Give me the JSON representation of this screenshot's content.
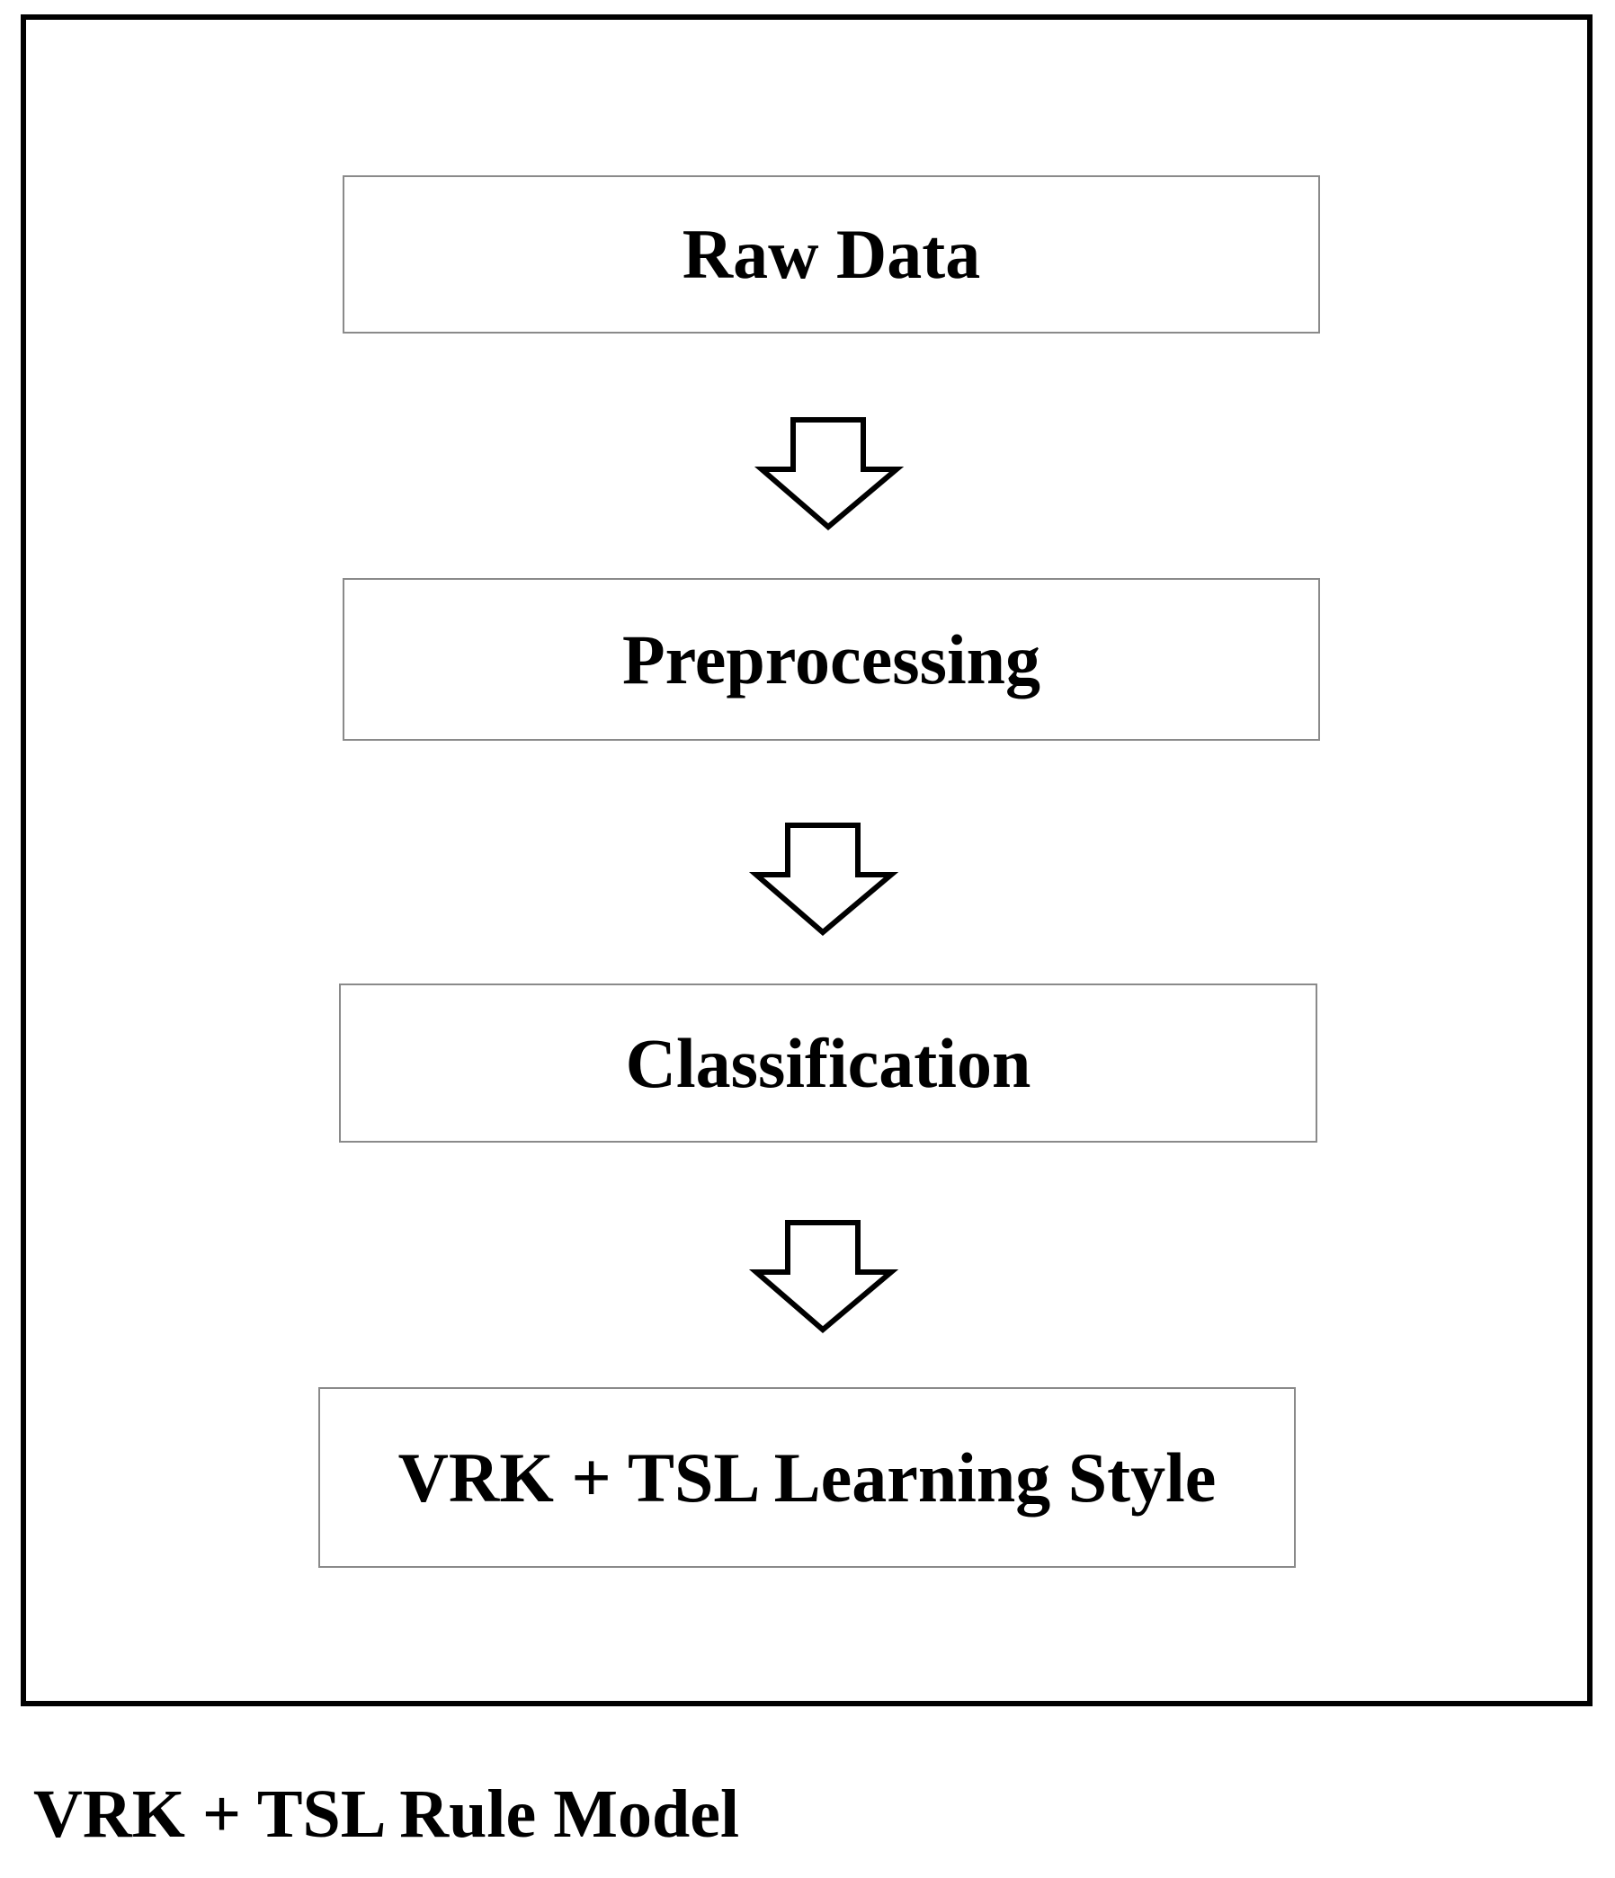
{
  "diagram": {
    "steps": [
      {
        "label": "Raw Data"
      },
      {
        "label": "Preprocessing"
      },
      {
        "label": "Classification"
      },
      {
        "label": "VRK + TSL Learning Style"
      }
    ],
    "caption": "VRK + TSL Rule Model"
  },
  "colors": {
    "frame_border": "#000000",
    "box_border": "#8a8a8a",
    "arrow_stroke": "#000000",
    "text": "#000000"
  }
}
